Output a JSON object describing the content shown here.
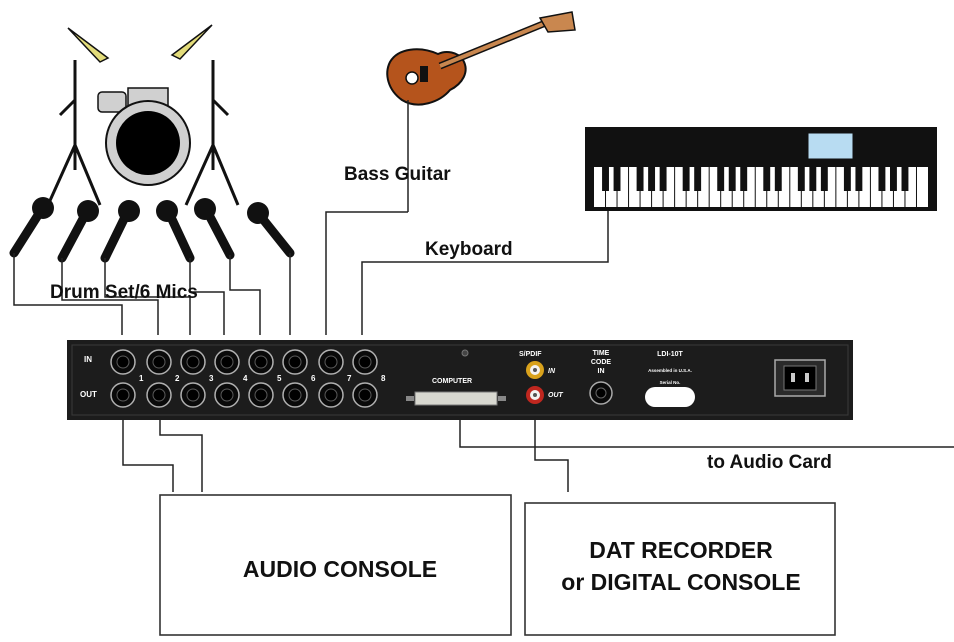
{
  "labels": {
    "drums": "Drum Set/6 Mics",
    "bass": "Bass Guitar",
    "keyboard": "Keyboard",
    "audio_card": "to Audio Card",
    "audio_console": "AUDIO CONSOLE",
    "dat_line1": "DAT RECORDER",
    "dat_line2": "or DIGITAL CONSOLE"
  },
  "panel": {
    "in": "IN",
    "out": "OUT",
    "channels": [
      "1",
      "2",
      "3",
      "4",
      "5",
      "6",
      "7",
      "8"
    ],
    "computer": "COMPUTER",
    "spdif": "S/PDIF",
    "spdif_in": "IN",
    "spdif_out": "OUT",
    "time_code_1": "TIME",
    "time_code_2": "CODE",
    "time_code_3": "IN",
    "model": "LDI-10T",
    "assembled": "Assembled in U.S.A.",
    "serial": "Serial No."
  },
  "colors": {
    "panel": "#1c1c1c",
    "cymbal": "#e3dc7a",
    "drum_shell": "#d0d0d0",
    "guitar_body": "#b5541c",
    "keyboard_screen": "#b8dcf2",
    "spdif_in_ring": "#d9a21c",
    "spdif_out_ring": "#c0271f"
  }
}
